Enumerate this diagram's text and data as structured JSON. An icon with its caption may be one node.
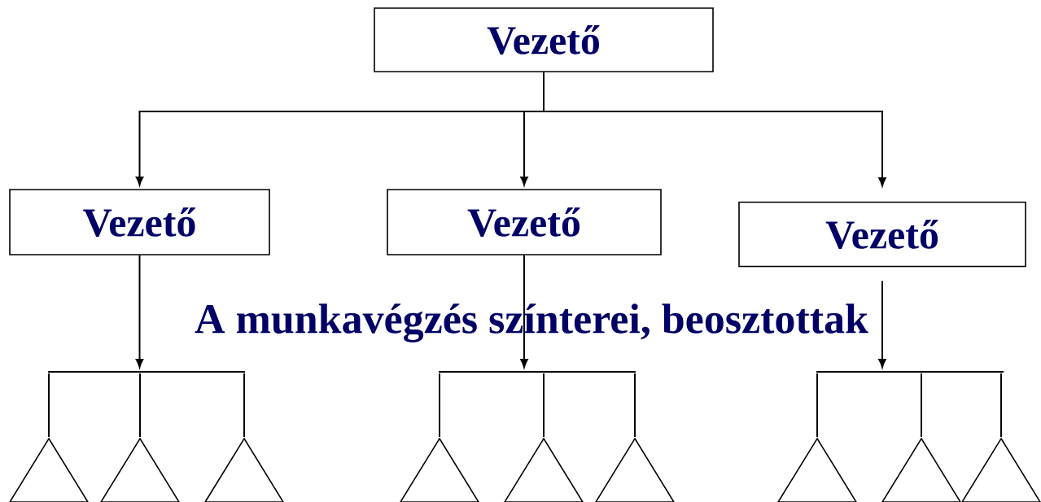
{
  "diagram": {
    "title": "A munkavégzés színterei, beosztottak",
    "nodes": [
      {
        "text": [
          "Vezető"
        ]
      },
      {
        "text": [
          "Vezető"
        ]
      },
      {
        "text": [
          "Vezető"
        ]
      },
      {
        "text": [
          "Vezető"
        ]
      },
      {
        "text": [],
        "shape": "bar"
      },
      {
        "text": [],
        "shape": "triangle"
      },
      {
        "text": [],
        "shape": "triangle"
      },
      {
        "text": [],
        "shape": "triangle"
      },
      {
        "text": [],
        "shape": "bar"
      },
      {
        "text": [],
        "shape": "triangle"
      },
      {
        "text": [],
        "shape": "triangle"
      },
      {
        "text": [],
        "shape": "triangle"
      },
      {
        "text": [],
        "shape": "bar"
      },
      {
        "text": [],
        "shape": "triangle"
      },
      {
        "text": [],
        "shape": "triangle"
      },
      {
        "text": [],
        "shape": "triangle"
      }
    ],
    "edges": [
      {
        "from": 0,
        "to": 1,
        "arrow": "to"
      },
      {
        "from": 0,
        "to": 2,
        "arrow": "to"
      },
      {
        "from": 0,
        "to": 3,
        "arrow": "to"
      },
      {
        "from": 1,
        "to": 4,
        "arrow": "to"
      },
      {
        "from": 4,
        "to": 5,
        "arrow": "none"
      },
      {
        "from": 4,
        "to": 6,
        "arrow": "none"
      },
      {
        "from": 4,
        "to": 7,
        "arrow": "none"
      },
      {
        "from": 2,
        "to": 8,
        "arrow": "to"
      },
      {
        "from": 8,
        "to": 9,
        "arrow": "none"
      },
      {
        "from": 8,
        "to": 10,
        "arrow": "none"
      },
      {
        "from": 8,
        "to": 11,
        "arrow": "none"
      },
      {
        "from": 3,
        "to": 12,
        "arrow": "to"
      },
      {
        "from": 12,
        "to": 13,
        "arrow": "none"
      },
      {
        "from": 12,
        "to": 14,
        "arrow": "none"
      },
      {
        "from": 12,
        "to": 15,
        "arrow": "none"
      }
    ]
  }
}
